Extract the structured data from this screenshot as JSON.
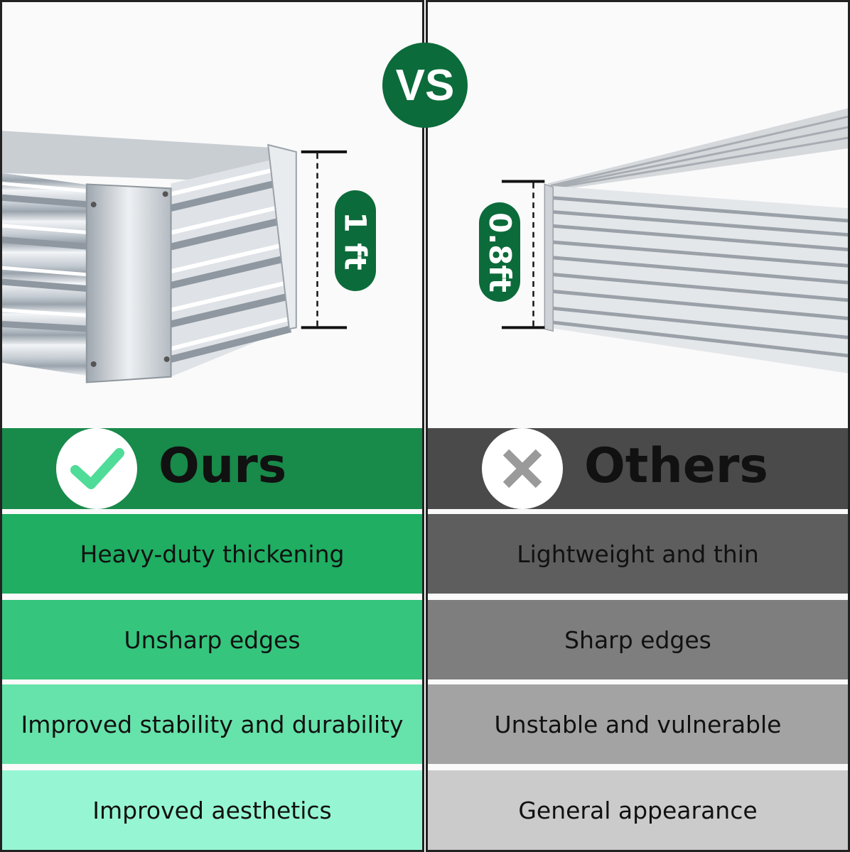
{
  "vs_label": "VS",
  "colors": {
    "brand_green": "#0c6b3a",
    "ours_header": "#188a4a",
    "ours_rows": [
      "#1fae62",
      "#35c57d",
      "#66e3aa",
      "#96f6d4"
    ],
    "others_header": "#4a4a4a",
    "others_rows": [
      "#5e5e5e",
      "#7e7e7e",
      "#a3a3a3",
      "#cbcbcb"
    ]
  },
  "ours": {
    "title": "Ours",
    "icon": "checkmark-icon",
    "height_label": "1 ft",
    "features": [
      "Heavy-duty thickening",
      "Unsharp edges",
      "Improved stability and durability",
      "Improved aesthetics"
    ]
  },
  "others": {
    "title": "Others",
    "icon": "cross-icon",
    "height_label": "0.8ft",
    "features": [
      "Lightweight and thin",
      "Sharp edges",
      "Unstable and vulnerable",
      "General appearance"
    ]
  }
}
